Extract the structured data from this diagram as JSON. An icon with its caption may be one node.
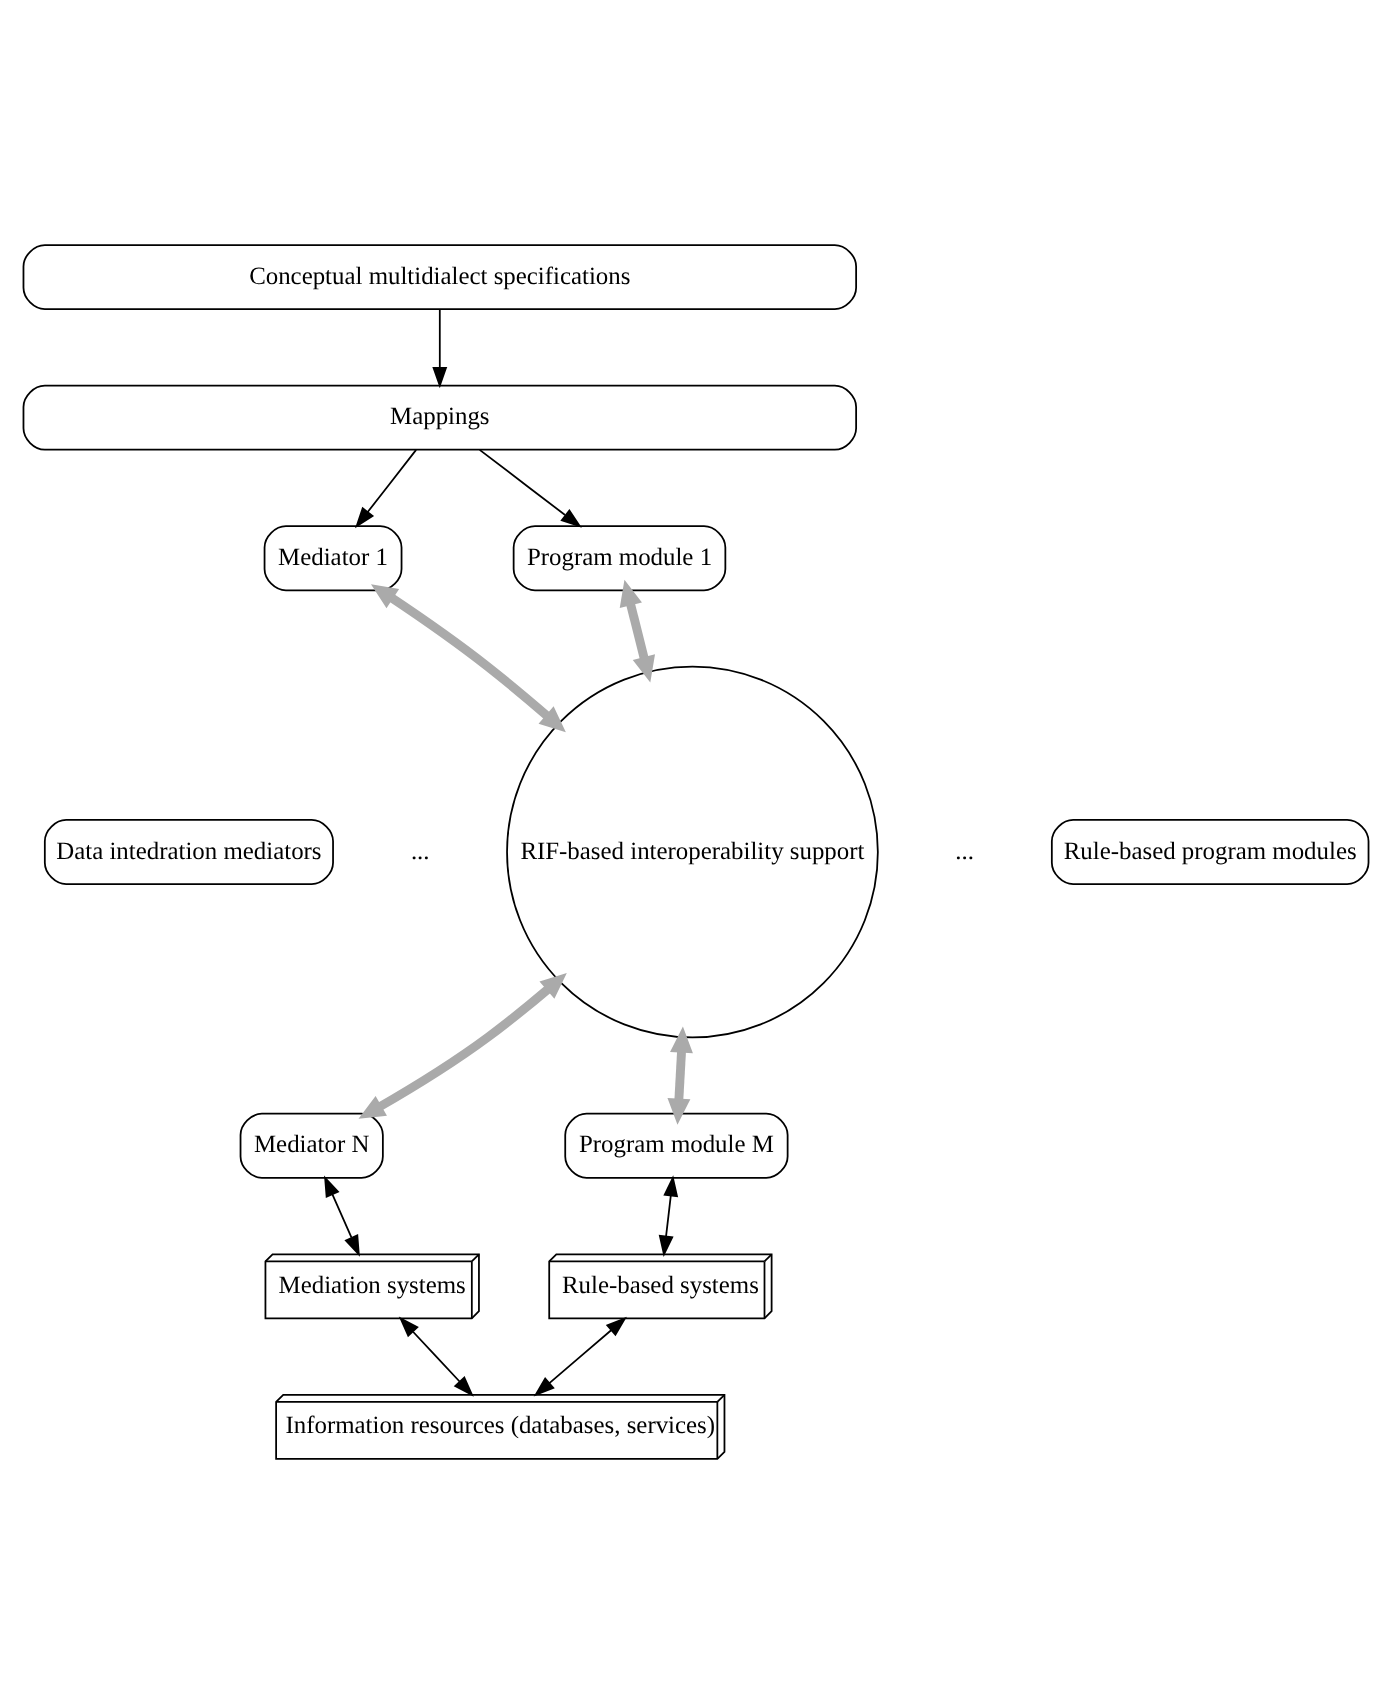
{
  "diagram": {
    "nodes": [
      {
        "text": [
          "Conceptual multidialect specifications"
        ]
      },
      {
        "text": [
          "Mappings"
        ]
      },
      {
        "text": [
          "Mediator 1"
        ]
      },
      {
        "text": [
          "Data intedration mediators"
        ]
      },
      {
        "text": [
          "Mediator N"
        ]
      },
      {
        "text": [
          "RIF-based interoperability support"
        ]
      },
      {
        "text": [
          "Program module 1"
        ]
      },
      {
        "text": [
          "Rule-based program modules"
        ]
      },
      {
        "text": [
          "Program module M"
        ]
      },
      {
        "text": [
          "Mediation systems"
        ]
      },
      {
        "text": [
          "Rule-based systems"
        ]
      },
      {
        "text": [
          "Information resources (databases, services)"
        ]
      }
    ],
    "edges": [
      {
        "from": 0,
        "to": 1,
        "arrow": "to"
      },
      {
        "from": 1,
        "to": 2,
        "arrow": "to"
      },
      {
        "from": 1,
        "to": 6,
        "arrow": "to"
      },
      {
        "from": 2,
        "to": 5,
        "arrow": "both",
        "style": "thick",
        "color": "#aaaaaa"
      },
      {
        "from": 4,
        "to": 5,
        "arrow": "both",
        "style": "thick",
        "color": "#aaaaaa"
      },
      {
        "from": 6,
        "to": 5,
        "arrow": "both",
        "style": "thick",
        "color": "#aaaaaa"
      },
      {
        "from": 8,
        "to": 5,
        "arrow": "both",
        "style": "thick",
        "color": "#aaaaaa"
      },
      {
        "from": 4,
        "to": 9,
        "arrow": "both"
      },
      {
        "from": 8,
        "to": 10,
        "arrow": "both"
      },
      {
        "from": 9,
        "to": 11,
        "arrow": "both"
      },
      {
        "from": 10,
        "to": 11,
        "arrow": "both"
      }
    ],
    "labels": [
      "...",
      "..."
    ]
  }
}
